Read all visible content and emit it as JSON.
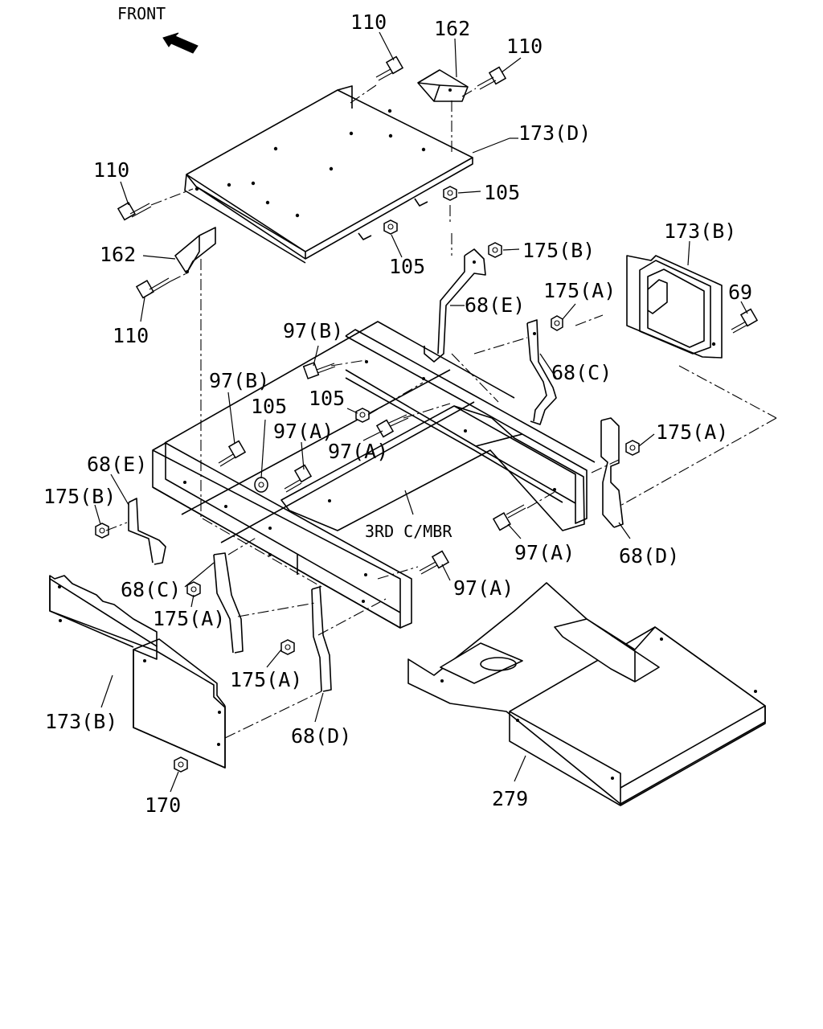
{
  "header": {
    "front_label": "FRONT",
    "front_icon": "front-direction-arrow-icon"
  },
  "assembly_label": "3RD C/MBR",
  "callouts": {
    "p110": "110",
    "p162": "162",
    "p173d": "173(D)",
    "p105": "105",
    "p175b": "175(B)",
    "p173b": "173(B)",
    "p69": "69",
    "p175a": "175(A)",
    "p68e": "68(E)",
    "p68c": "68(C)",
    "p97b": "97(B)",
    "p97a": "97(A)",
    "p68d": "68(D)",
    "p170": "170",
    "p279": "279"
  }
}
